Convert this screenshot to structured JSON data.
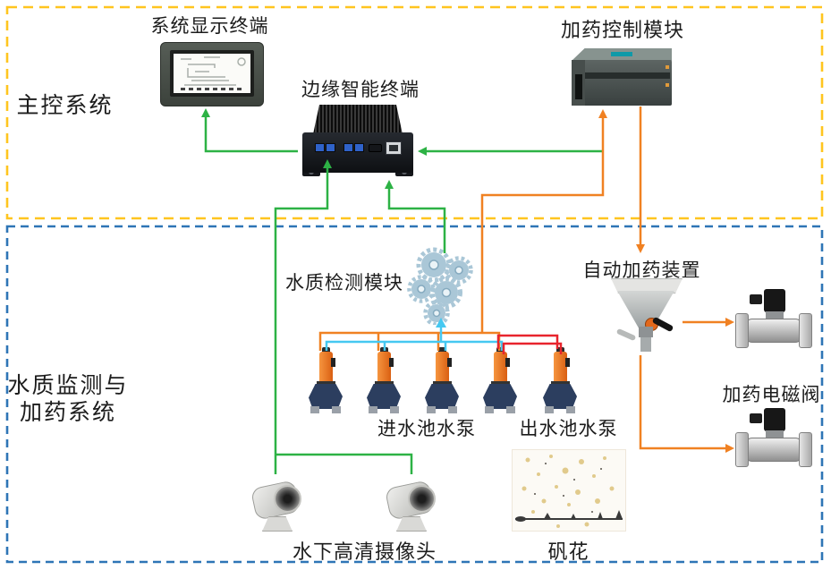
{
  "diagram": {
    "groups": {
      "master_system": {
        "label": "主控系统"
      },
      "monitoring_system": {
        "label_line1": "水质监测与",
        "label_line2": "加药系统"
      }
    },
    "nodes": {
      "display_terminal": {
        "label": "系统显示终端"
      },
      "edge_terminal": {
        "label": "边缘智能终端"
      },
      "dosing_control": {
        "label": "加药控制模块"
      },
      "water_quality_module": {
        "label": "水质检测模块"
      },
      "auto_dosing_device": {
        "label": "自动加药装置"
      },
      "dosing_valve": {
        "label": "加药电磁阀"
      },
      "inlet_pumps": {
        "label": "进水池水泵"
      },
      "outlet_pumps": {
        "label": "出水池水泵"
      },
      "underwater_cameras": {
        "label": "水下高清摄像头"
      },
      "floc": {
        "label": "矾花"
      }
    },
    "colors": {
      "master_border": "#FFC51F",
      "monitoring_border": "#2E75B6",
      "green": "#2DB245",
      "orange": "#F08122",
      "cyan": "#45C8F1",
      "red": "#E8242D"
    }
  }
}
